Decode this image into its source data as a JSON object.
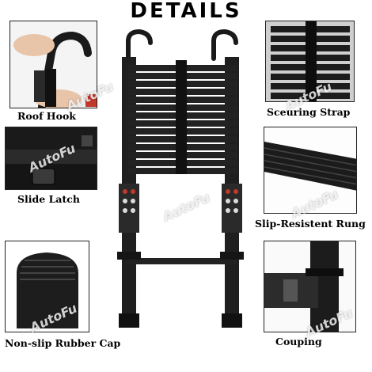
{
  "title": "DETAILS",
  "captions": {
    "roof_hook": "Roof Hook",
    "securing_strap": "Sceuring Strap",
    "slide_latch": "Slide Latch",
    "slip_resistant_rung": "Slip-Resistent Rung",
    "rubber_cap": "Non-slip Rubber Cap",
    "coupling": "Couping"
  },
  "watermark": "AutoFu",
  "colors": {
    "ladder": "#1a1a1a",
    "frame": "#222222",
    "background": "#ffffff",
    "accent": "#c0392b"
  }
}
